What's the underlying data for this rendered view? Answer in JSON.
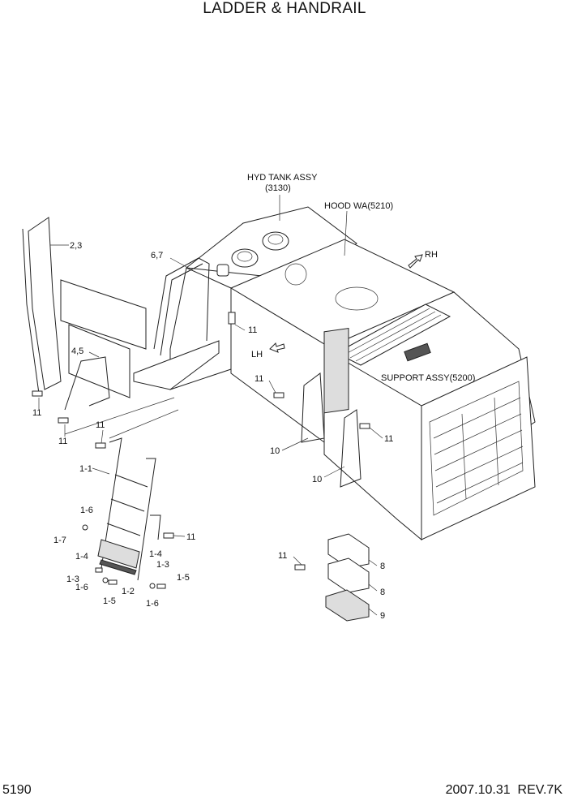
{
  "title": "LADDER & HANDRAIL",
  "footer": {
    "page_number": "5190",
    "date": "2007.10.31",
    "revision": "REV.7K"
  },
  "callouts": {
    "hyd_tank_line1": "HYD TANK ASSY",
    "hyd_tank_line2": "(3130)",
    "hood": "HOOD WA(5210)",
    "rh": "RH",
    "lh": "LH",
    "support": "SUPPORT ASSY(5200)",
    "p23": "2,3",
    "p67": "6,7",
    "p45": "4,5",
    "p11": "11",
    "p10": "10",
    "p8": "8",
    "p9": "9",
    "p1_1": "1-1",
    "p1_2": "1-2",
    "p1_3": "1-3",
    "p1_4": "1-4",
    "p1_5": "1-5",
    "p1_6": "1-6",
    "p1_7": "1-7"
  }
}
